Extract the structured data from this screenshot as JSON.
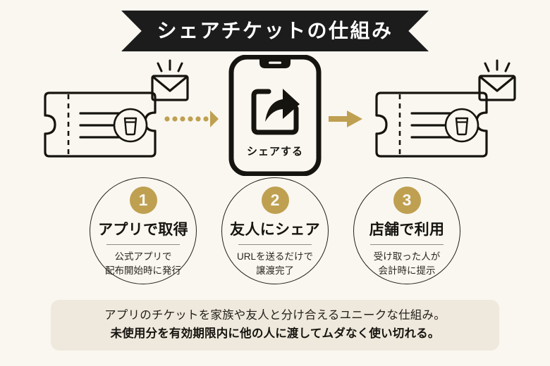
{
  "colors": {
    "background": "#faf7f0",
    "ink": "#1c1c1c",
    "gold": "#bfa051",
    "caption_box": "#efe9dd",
    "divider": "#8b8b85"
  },
  "header": {
    "title": "シェアチケットの仕組み"
  },
  "flow": {
    "ticket_left": {
      "icon": "ticket-coffee-icon",
      "lines": 3,
      "stamp": "coffee-cup-icon"
    },
    "envelope_left": {
      "icon": "envelope-shine-icon"
    },
    "arrow_1": {
      "style": "dotted-triangle",
      "dots": 6,
      "color": "#bfa051"
    },
    "phone": {
      "screen_icon": "share-export-icon",
      "screen_label": "シェアする"
    },
    "arrow_2": {
      "style": "solid-block",
      "color": "#bfa051"
    },
    "ticket_right": {
      "icon": "ticket-coffee-icon",
      "lines": 3,
      "stamp": "coffee-cup-icon"
    },
    "envelope_right": {
      "icon": "envelope-shine-icon"
    }
  },
  "steps": [
    {
      "number": "1",
      "title": "アプリで取得",
      "sub_line_1": "公式アプリで",
      "sub_line_2": "配布開始時に発行"
    },
    {
      "number": "2",
      "title": "友人にシェア",
      "sub_line_1": "URLを送るだけで",
      "sub_line_2": "譲渡完了"
    },
    {
      "number": "3",
      "title": "店舗で利用",
      "sub_line_1": "受け取った人が",
      "sub_line_2": "会計時に提示"
    }
  ],
  "caption": {
    "line_1": "アプリのチケットを家族や友人と分け合えるユニークな仕組み。",
    "line_2": "未使用分を有効期限内に他の人に渡してムダなく使い切れる。"
  }
}
